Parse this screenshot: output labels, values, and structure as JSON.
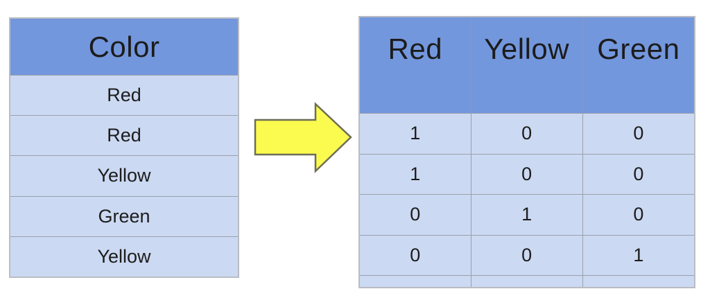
{
  "page": {
    "background": "#ffffff"
  },
  "left_table": {
    "header": "Color",
    "rows": [
      "Red",
      "Red",
      "Yellow",
      "Green",
      "Yellow"
    ]
  },
  "arrow": {
    "icon": "right-arrow-icon",
    "fill": "#fbfb4f",
    "outline": "#6d6d56"
  },
  "right_table": {
    "headers": [
      "Red",
      "Yellow",
      "Green"
    ],
    "rows": [
      [
        "1",
        "0",
        "0"
      ],
      [
        "1",
        "0",
        "0"
      ],
      [
        "0",
        "1",
        "0"
      ],
      [
        "0",
        "0",
        "1"
      ]
    ],
    "partial_bottom_row": [
      "",
      "",
      ""
    ]
  },
  "colors": {
    "header_bg": "#7397dd",
    "row_bg": "#ccd9f2",
    "grid_line": "#99a0ab",
    "outer_border": "#b9bdc3",
    "text": "#1c1c1c",
    "arrow_fill": "#fbfb4f"
  }
}
